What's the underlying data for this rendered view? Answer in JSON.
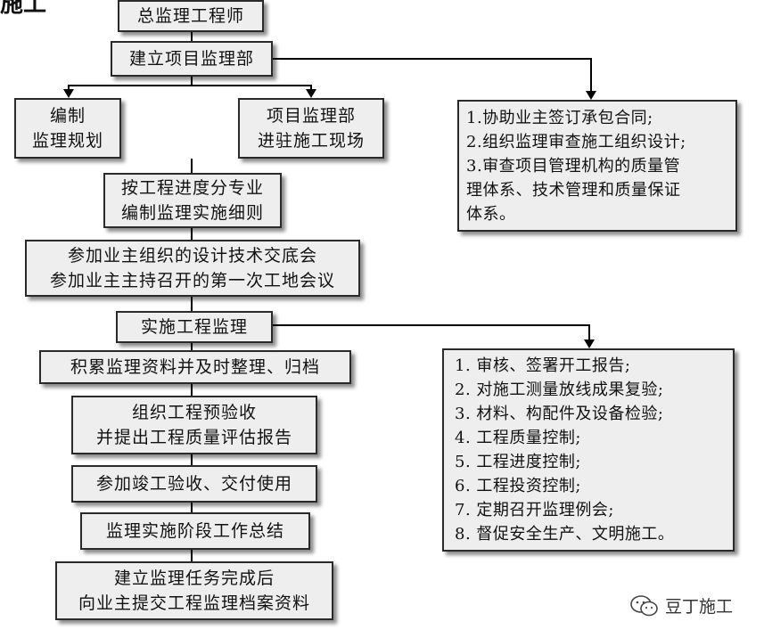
{
  "top_cut_title": "施工",
  "boxes": {
    "chief": [
      "总监理工程师"
    ],
    "establish": [
      "建立项目监理部"
    ],
    "plan": [
      "编制",
      "监理规划"
    ],
    "enter_site": [
      "项目监理部",
      "进驻施工现场"
    ],
    "rules": [
      "按工程进度分专业",
      "编制监理实施细则"
    ],
    "meetings": [
      "参加业主组织的设计技术交底会",
      "参加业主主持召开的第一次工地会议"
    ],
    "implement": [
      "实施工程监理"
    ],
    "archive": [
      "积累监理资料并及时整理、归档"
    ],
    "pre_accept": [
      "组织工程预验收",
      "并提出工程质量评估报告"
    ],
    "completion": [
      "参加竣工验收、交付使用"
    ],
    "summary": [
      "监理实施阶段工作总结"
    ],
    "submit": [
      "建立监理任务完成后",
      "向业主提交工程监理档案资料"
    ]
  },
  "side_lists": {
    "early_duties": [
      "1.协助业主签订承包合同;",
      "2.组织监理审查施工组织设计;",
      "3.审查项目管理机构的质量管",
      "理体系、技术管理和质量保证",
      "体系。"
    ],
    "implementation_duties": [
      "1. 审核、签署开工报告;",
      "2. 对施工测量放线成果复验;",
      "3. 材料、构配件及设备检验;",
      "4. 工程质量控制;",
      "5. 工程进度控制;",
      "6. 工程投资控制;",
      "7. 定期召开监理例会;",
      "8. 督促安全生产、文明施工。"
    ]
  },
  "watermark": {
    "icon": "wechat-icon",
    "text": "豆丁施工"
  }
}
